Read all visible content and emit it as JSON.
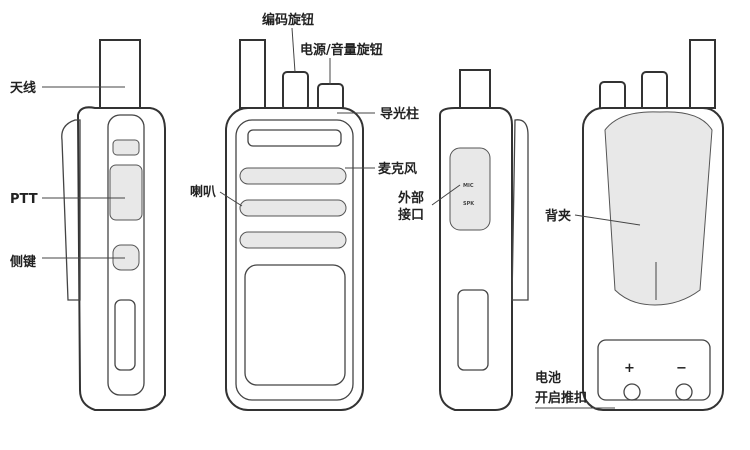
{
  "labels": {
    "antenna": "天线",
    "ptt": "PTT",
    "side_key": "侧键",
    "channel_knob": "编码旋钮",
    "power_volume_knob": "电源/音量旋钮",
    "light_pipe": "导光柱",
    "microphone": "麦克风",
    "speaker": "喇叭",
    "external_port_line1": "外部",
    "external_port_line2": "接口",
    "belt_clip": "背夹",
    "battery_latch_line1": "电池",
    "battery_latch_line2": "开启推扣"
  },
  "port_marks": {
    "mic": "MIC",
    "spk": "SPK"
  },
  "battery_marks": {
    "plus": "+",
    "minus": "−"
  }
}
